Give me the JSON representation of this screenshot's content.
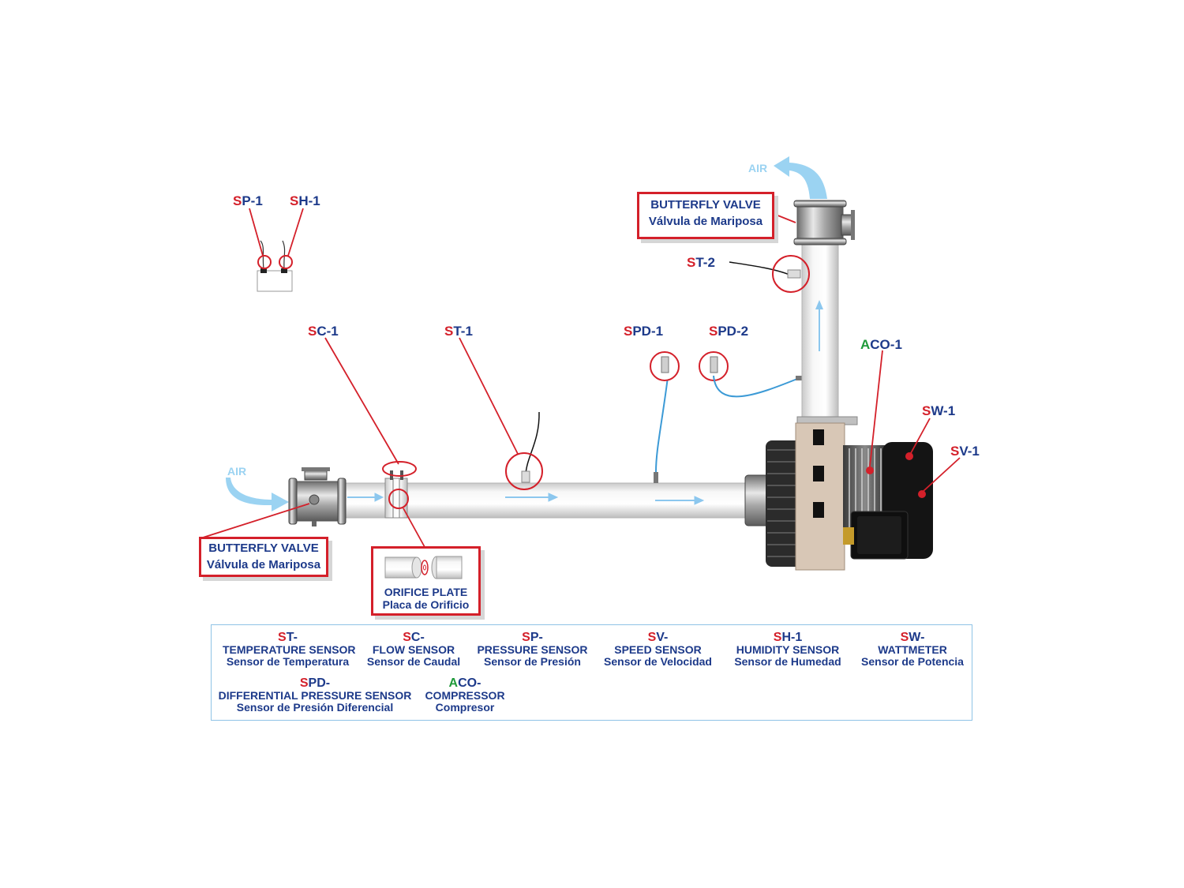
{
  "tags": {
    "sp1": {
      "prefix": "S",
      "rest": "P-1"
    },
    "sh1": {
      "prefix": "S",
      "rest": "H-1"
    },
    "sc1": {
      "prefix": "S",
      "rest": "C-1"
    },
    "st1": {
      "prefix": "S",
      "rest": "T-1"
    },
    "spd1": {
      "prefix": "S",
      "rest": "PD-1"
    },
    "spd2": {
      "prefix": "S",
      "rest": "PD-2"
    },
    "st2": {
      "prefix": "S",
      "rest": "T-2"
    },
    "aco1": {
      "prefix": "A",
      "rest": "CO-1"
    },
    "sw1": {
      "prefix": "S",
      "rest": "W-1"
    },
    "sv1": {
      "prefix": "S",
      "rest": "V-1"
    }
  },
  "air": {
    "inlet": "AIR",
    "outlet": "AIR"
  },
  "callouts": {
    "valve_top": {
      "en": "BUTTERFLY VALVE",
      "es": "Válvula de Mariposa"
    },
    "valve_bottom": {
      "en": "BUTTERFLY VALVE",
      "es": "Válvula de Mariposa"
    },
    "orifice": {
      "en": "ORIFICE PLATE",
      "es": "Placa de Orificio"
    }
  },
  "legend": [
    {
      "prefix": "S",
      "code": "T-",
      "en": "TEMPERATURE SENSOR",
      "es": "Sensor de Temperatura"
    },
    {
      "prefix": "S",
      "code": "C-",
      "en": "FLOW SENSOR",
      "es": "Sensor de Caudal"
    },
    {
      "prefix": "S",
      "code": "P-",
      "en": "PRESSURE SENSOR",
      "es": "Sensor de Presión"
    },
    {
      "prefix": "S",
      "code": "V-",
      "en": "SPEED SENSOR",
      "es": "Sensor de Velocidad"
    },
    {
      "prefix": "S",
      "code": "H-1",
      "en": "HUMIDITY SENSOR",
      "es": "Sensor de Humedad"
    },
    {
      "prefix": "S",
      "code": "W-",
      "en": "WATTMETER",
      "es": "Sensor de Potencia"
    },
    {
      "prefix": "S",
      "code": "PD-",
      "en": "DIFFERENTIAL PRESSURE SENSOR",
      "es": "Sensor de Presión Diferencial"
    },
    {
      "prefix": "A",
      "code": "CO-",
      "en": "COMPRESSOR",
      "es": "Compresor"
    }
  ],
  "colors": {
    "tag_red": "#d4202a",
    "tag_blue": "#1d3a8a",
    "tag_green": "#1f9a3a",
    "air": "#9bd3f2"
  }
}
